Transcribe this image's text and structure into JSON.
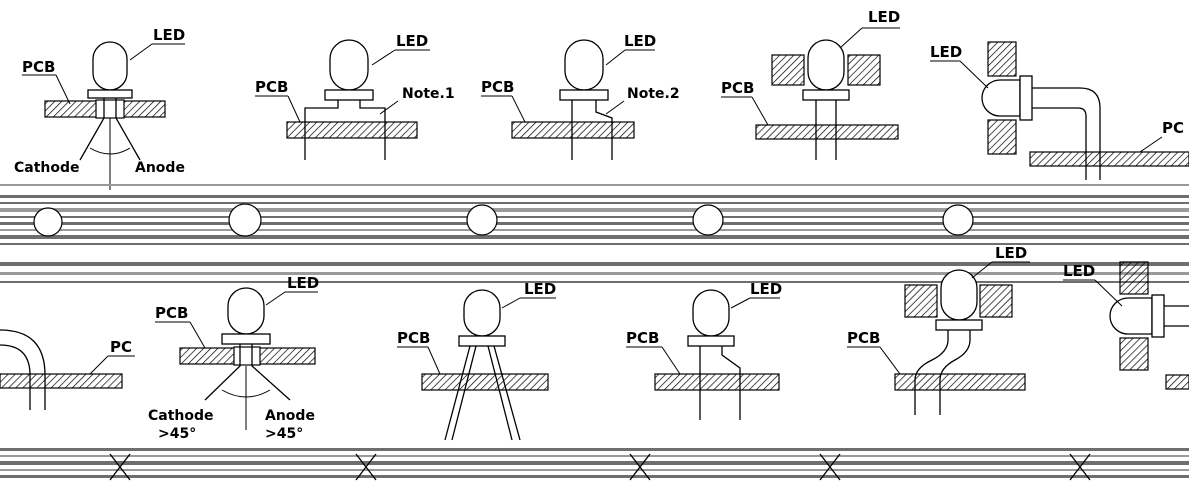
{
  "labels": {
    "led": "LED",
    "pcb": "PCB",
    "pc": "PC",
    "note1": "Note.1",
    "note2": "Note.2",
    "cathode": "Cathode",
    "anode": "Anode",
    "angle_left": ">45°",
    "angle_right": ">45°"
  },
  "colors": {
    "line": "#000000",
    "hatch": "#000000",
    "artifact_band": "#6e6e6e",
    "background": "#ffffff"
  }
}
